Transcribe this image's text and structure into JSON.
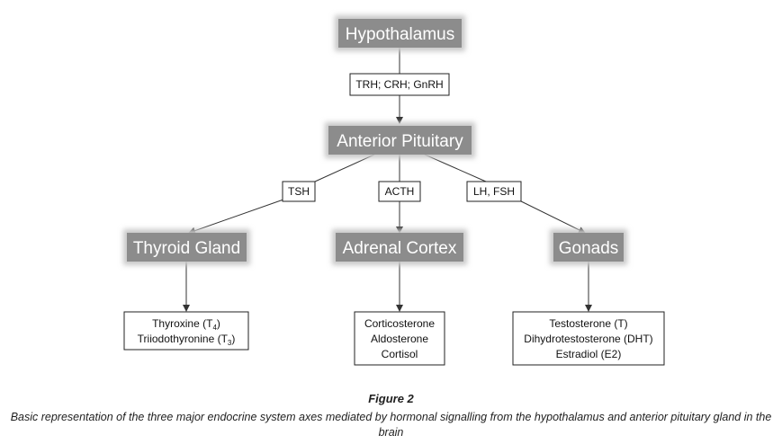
{
  "nodes": {
    "hypothalamus": "Hypothalamus",
    "anterior_pituitary": "Anterior Pituitary",
    "thyroid_gland": "Thyroid Gland",
    "adrenal_cortex": "Adrenal Cortex",
    "gonads": "Gonads"
  },
  "labels": {
    "releasing_hormones": "TRH; CRH; GnRH",
    "tsh": "TSH",
    "acth": "ACTH",
    "lh_fsh": "LH, FSH"
  },
  "outputs": {
    "thyroid": {
      "line1_prefix": "Thyroxine (T",
      "line1_sub": "4",
      "line1_suffix": ")",
      "line2_prefix": "Triiodothyronine (T",
      "line2_sub": "3",
      "line2_suffix": ")"
    },
    "adrenal": [
      "Corticosterone",
      "Aldosterone",
      "Cortisol"
    ],
    "gonadal": [
      "Testosterone (T)",
      "Dihydrotestosterone (DHT)",
      "Estradiol (E2)"
    ]
  },
  "figure": {
    "title": "Figure 2",
    "caption": "Basic representation of the three major endocrine system axes mediated by hormonal signalling from the hypothalamus and anterior pituitary gland in the brain"
  },
  "colors": {
    "box_fill": "#8c8c8c",
    "shadow": "#c8c8c8",
    "arrow": "#333333"
  }
}
